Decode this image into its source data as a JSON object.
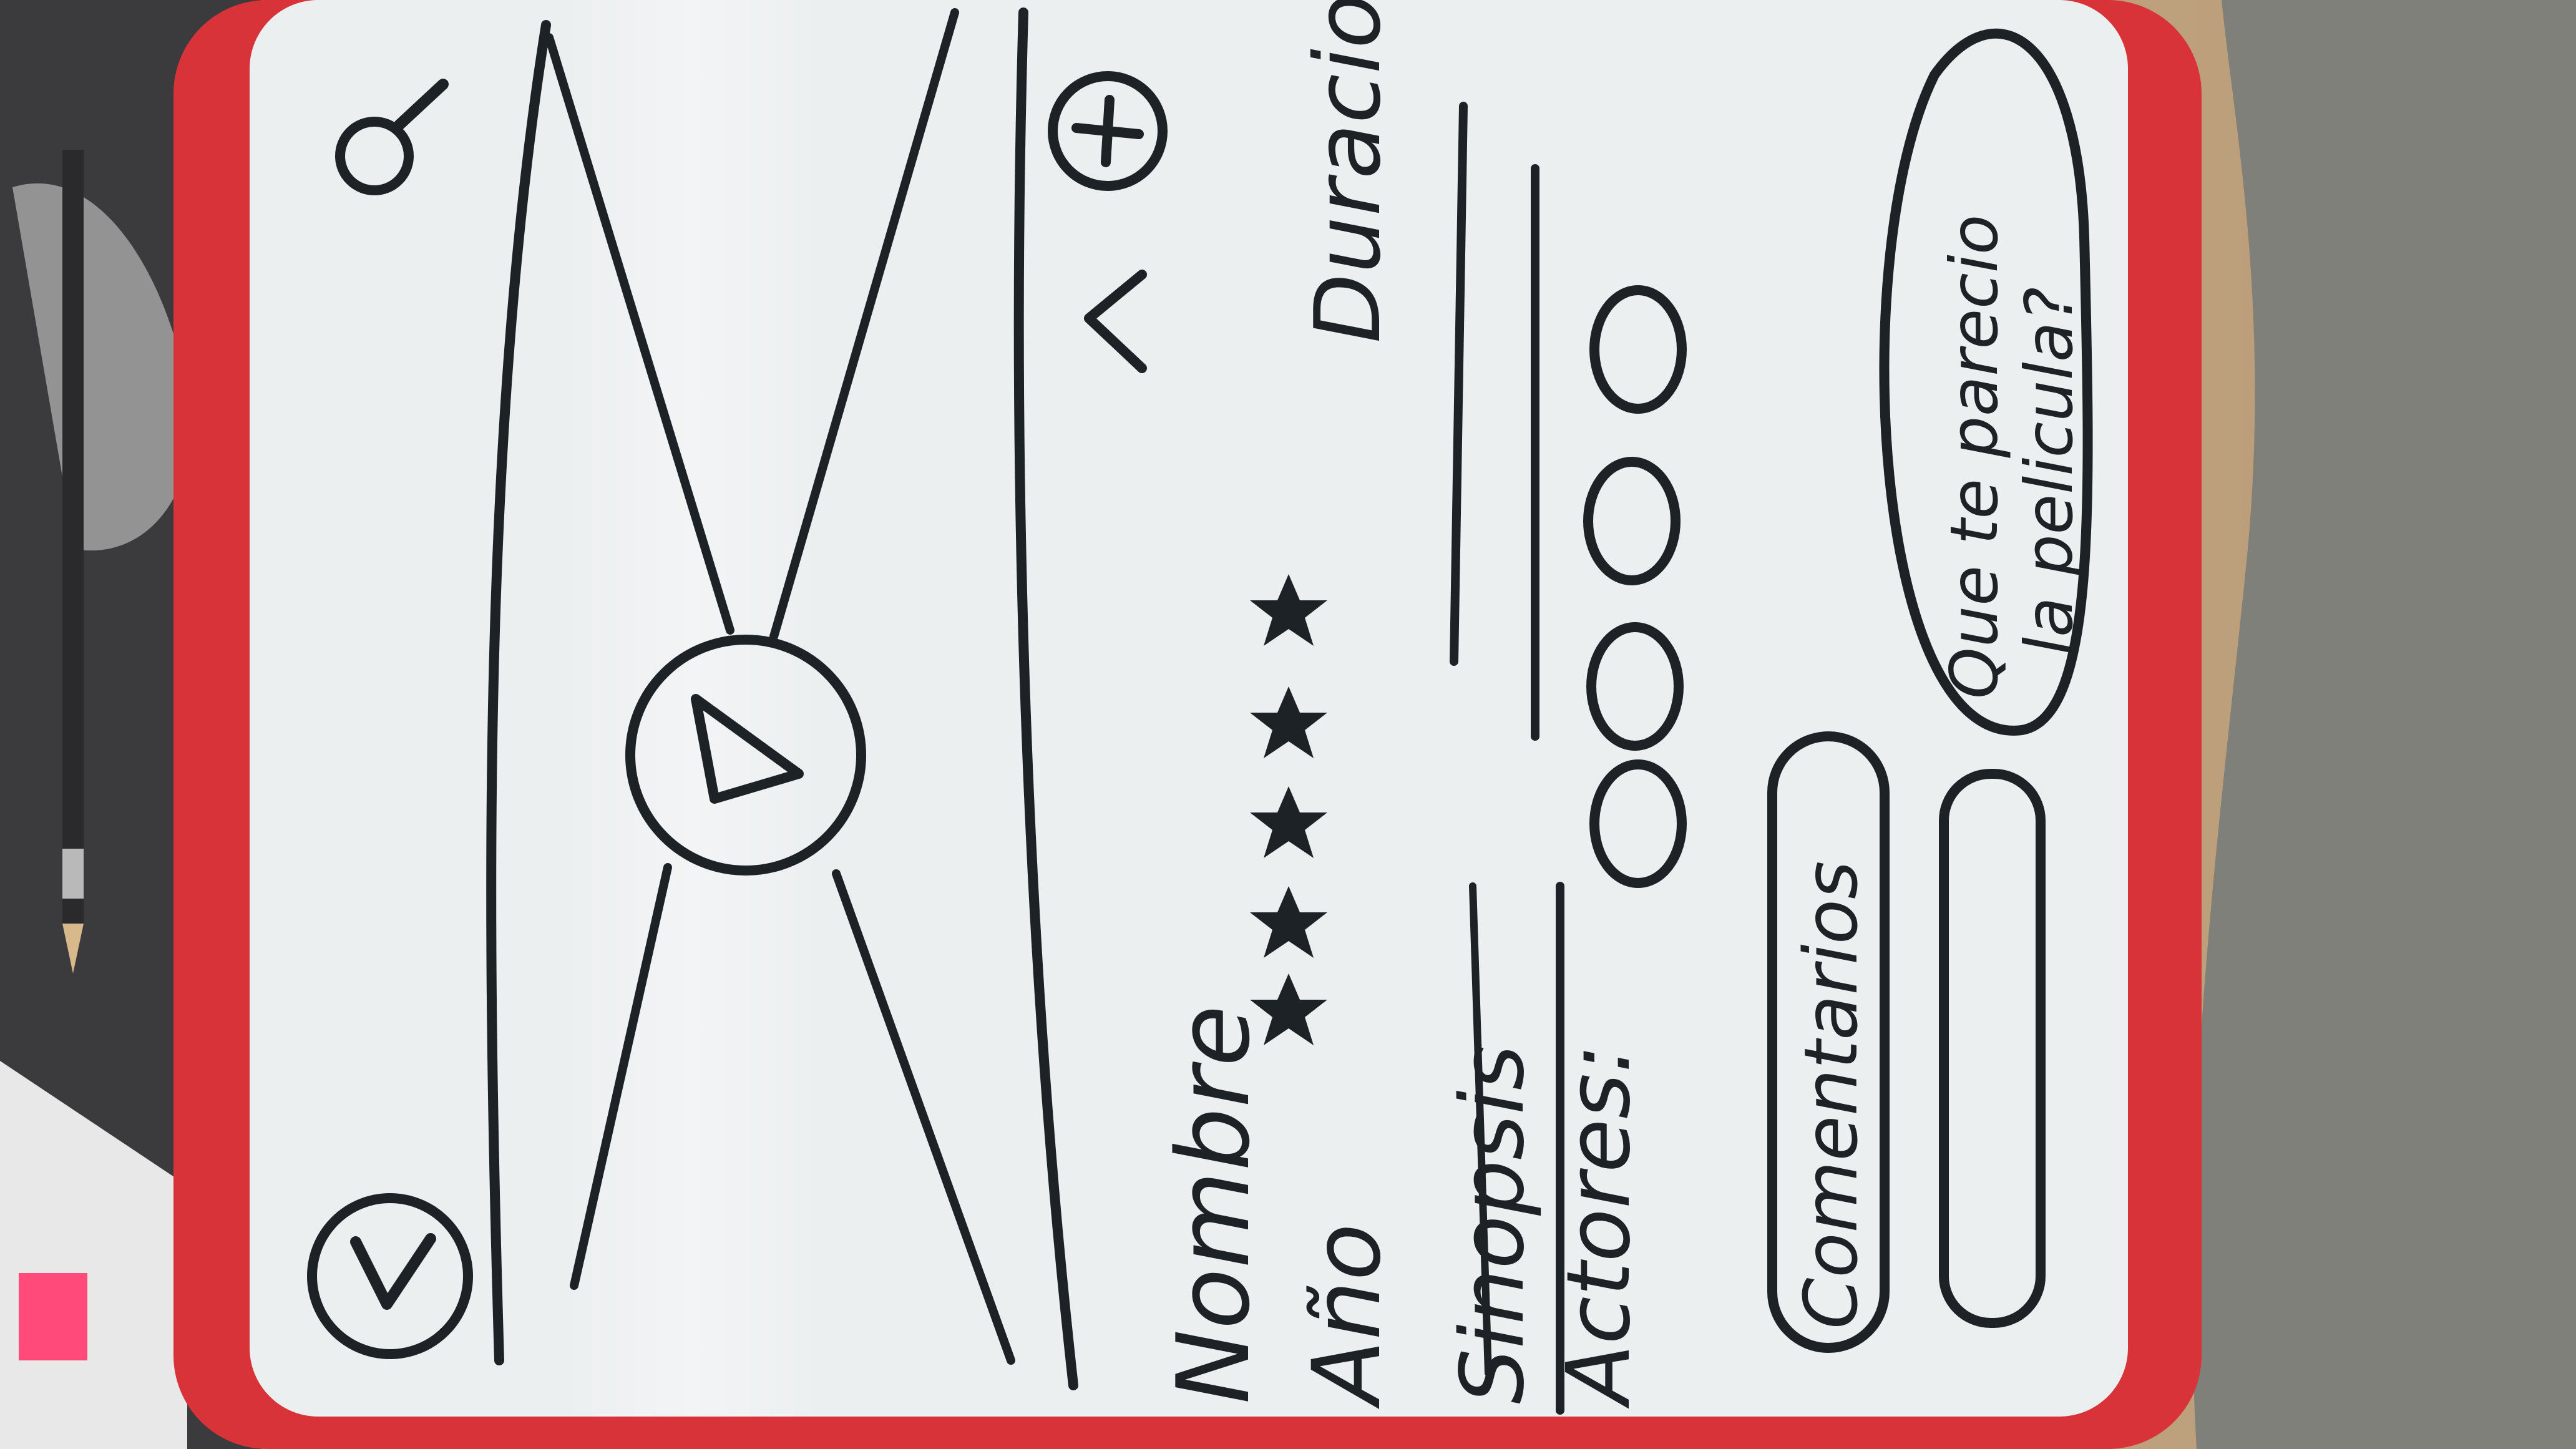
{
  "photo": {
    "surface": "whiteboard-sketch",
    "frame_color": "#d9333a",
    "board_color": "#eceff0",
    "ink_color": "#1c2226",
    "background_color": "#cbbfae"
  },
  "sketch": {
    "icons": {
      "check": "check-icon",
      "search": "search-icon",
      "play": "play-icon",
      "back": "back-arrow-icon",
      "add": "plus-icon",
      "stars": "star-icon"
    },
    "title_label": "Nombre",
    "year_label": "Año",
    "rating": {
      "stars_filled": 5,
      "stars_total": 5
    },
    "duration_label": "Duracion",
    "synopsis_label": "Sinopsis",
    "actors_label": "Actores:",
    "actor_avatars": 4,
    "comments_button": "Comentarios",
    "question_bubble": "Que te parecio\nla pelicula?"
  }
}
